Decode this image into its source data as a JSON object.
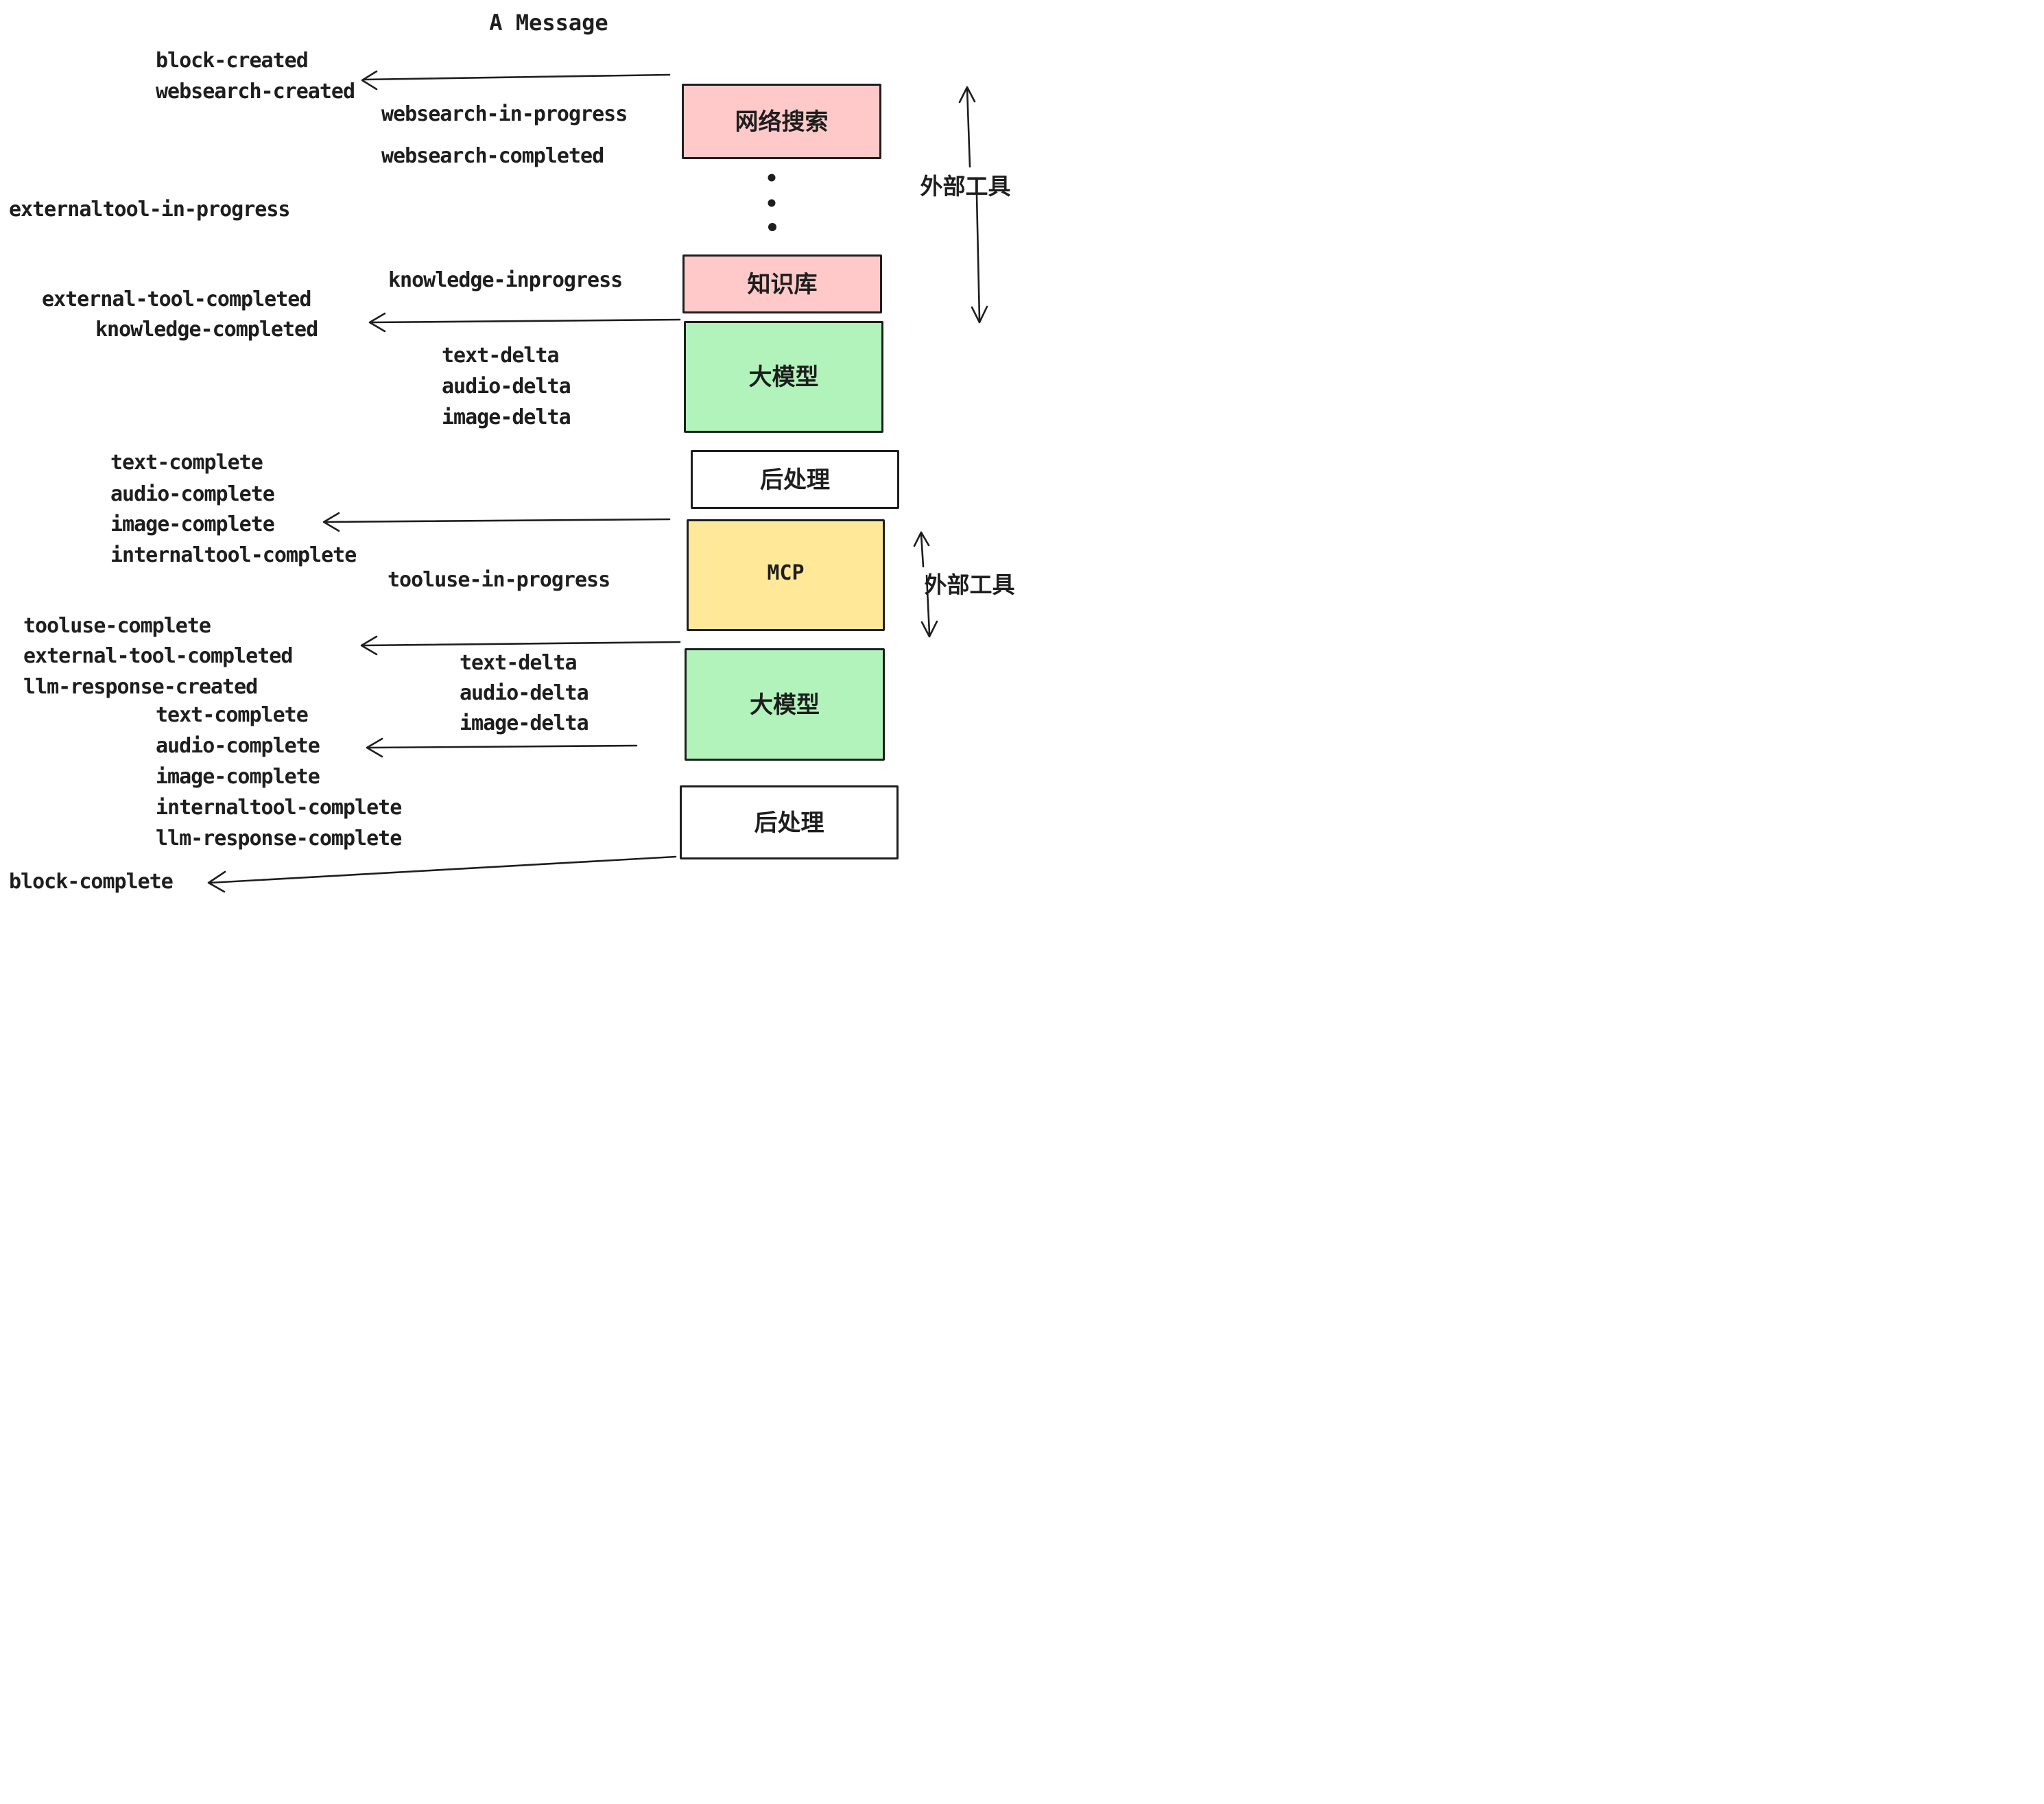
{
  "title": "A Message",
  "colors": {
    "ink": "#1e1e1e",
    "pink": "#ffc9c9",
    "green": "#b2f2bb",
    "yellow": "#ffe999",
    "white": "#ffffff"
  },
  "boxes": [
    {
      "label": "网络搜索",
      "color": "pink"
    },
    {
      "label": "知识库",
      "color": "pink"
    },
    {
      "label": "大模型",
      "color": "green"
    },
    {
      "label": "后处理",
      "color": "white"
    },
    {
      "label": "MCP",
      "color": "yellow"
    },
    {
      "label": "大模型",
      "color": "green"
    },
    {
      "label": "后处理",
      "color": "white"
    }
  ],
  "side_labels": {
    "top": "外部工具",
    "bottom": "外部工具"
  },
  "events": [
    {
      "text": "block-created"
    },
    {
      "text": "websearch-created"
    },
    {
      "text": "websearch-in-progress"
    },
    {
      "text": "websearch-completed"
    },
    {
      "text": "externaltool-in-progress"
    },
    {
      "text": "knowledge-inprogress"
    },
    {
      "text": "external-tool-completed"
    },
    {
      "text": "knowledge-completed"
    },
    {
      "text": "text-delta"
    },
    {
      "text": "audio-delta"
    },
    {
      "text": "image-delta"
    },
    {
      "text": "text-complete"
    },
    {
      "text": "audio-complete"
    },
    {
      "text": "image-complete"
    },
    {
      "text": "internaltool-complete"
    },
    {
      "text": "tooluse-in-progress"
    },
    {
      "text": "tooluse-complete"
    },
    {
      "text": "external-tool-completed"
    },
    {
      "text": "llm-response-created"
    },
    {
      "text": "text-complete"
    },
    {
      "text": "audio-complete"
    },
    {
      "text": "text-delta"
    },
    {
      "text": "audio-delta"
    },
    {
      "text": "image-delta"
    },
    {
      "text": "image-complete"
    },
    {
      "text": "internaltool-complete"
    },
    {
      "text": "llm-response-complete"
    },
    {
      "text": "block-complete"
    }
  ]
}
